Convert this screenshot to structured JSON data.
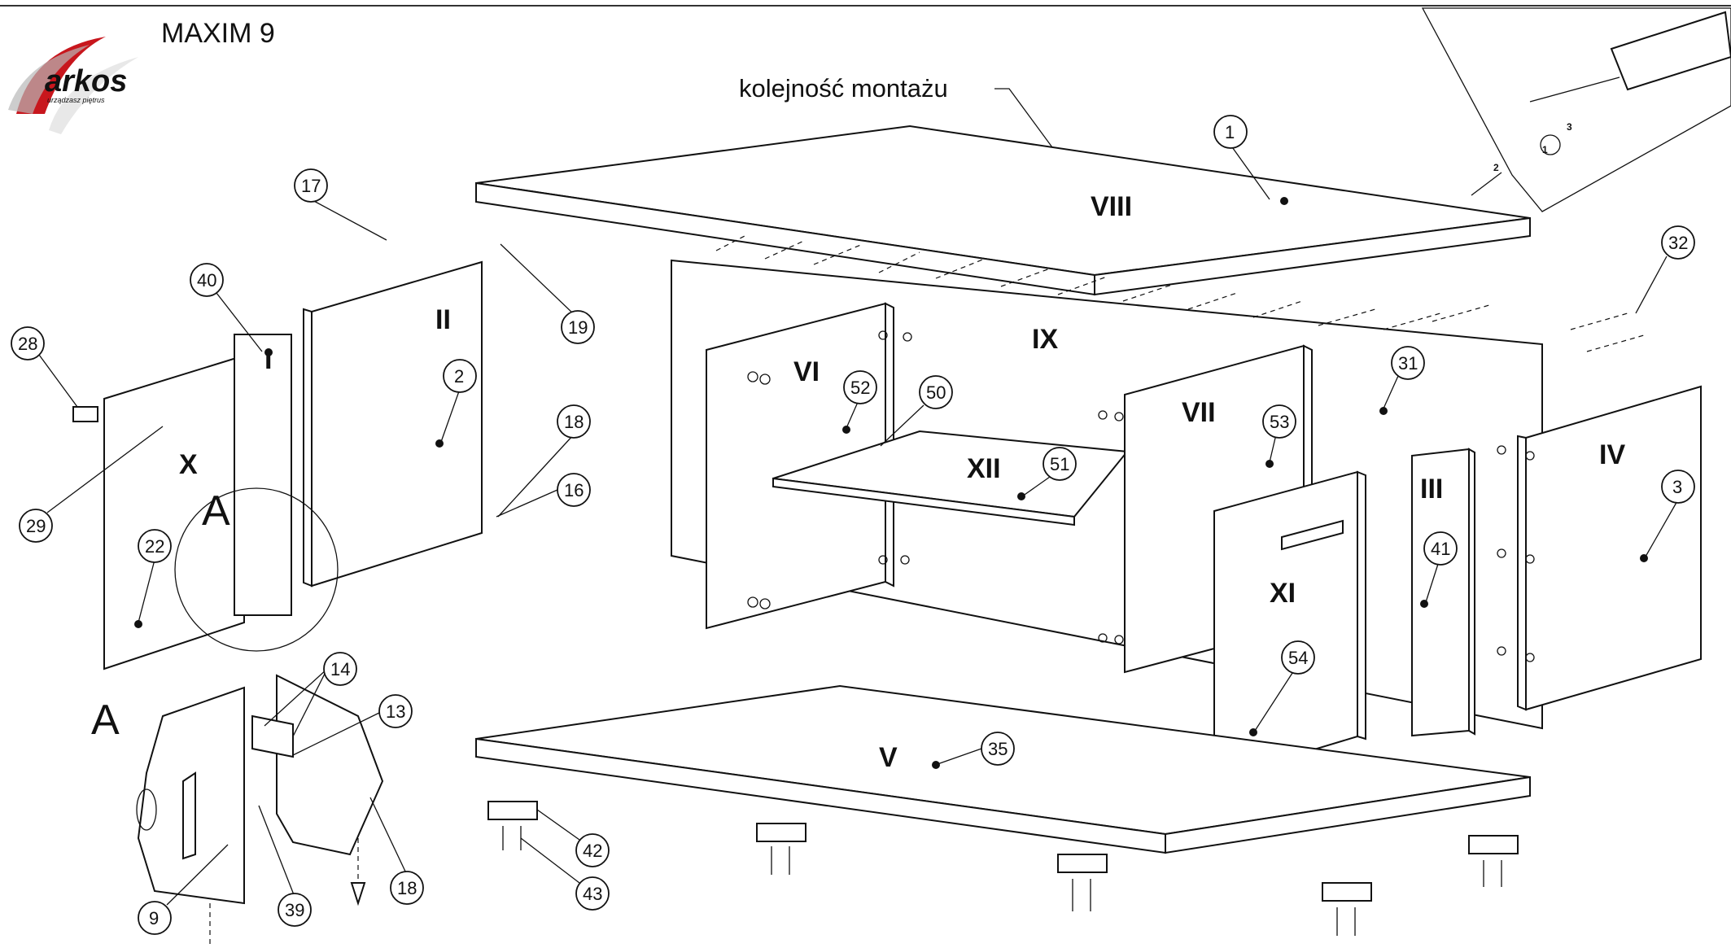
{
  "header": {
    "product_title": "MAXIM 9",
    "brand_name": "arkos",
    "brand_tagline": "urządzasz piętrus",
    "assembly_order_label": "kolejność montażu"
  },
  "detail_labels": {
    "detail_a_main": "A",
    "detail_a_inset": "A"
  },
  "roman_labels": {
    "r1": "I",
    "r2": "II",
    "r3": "III",
    "r4": "IV",
    "r5": "V",
    "r6": "VI",
    "r7": "VII",
    "r8": "VIII",
    "r9": "IX",
    "r10": "X",
    "r11": "XI",
    "r12": "XII"
  },
  "callouts": {
    "c1": "1",
    "c2": "2",
    "c3": "3",
    "c9": "9",
    "c13": "13",
    "c14": "14",
    "c16": "16",
    "c17": "17",
    "c18a": "18",
    "c18b": "18",
    "c19": "19",
    "c22": "22",
    "c28": "28",
    "c29": "29",
    "c31": "31",
    "c32": "32",
    "c35": "35",
    "c39": "39",
    "c40": "40",
    "c41": "41",
    "c42": "42",
    "c43": "43",
    "c50": "50",
    "c51": "51",
    "c52": "52",
    "c53": "53",
    "c54": "54"
  },
  "inset_screw_steps": {
    "s1": "1",
    "s2": "2",
    "s3": "3"
  }
}
